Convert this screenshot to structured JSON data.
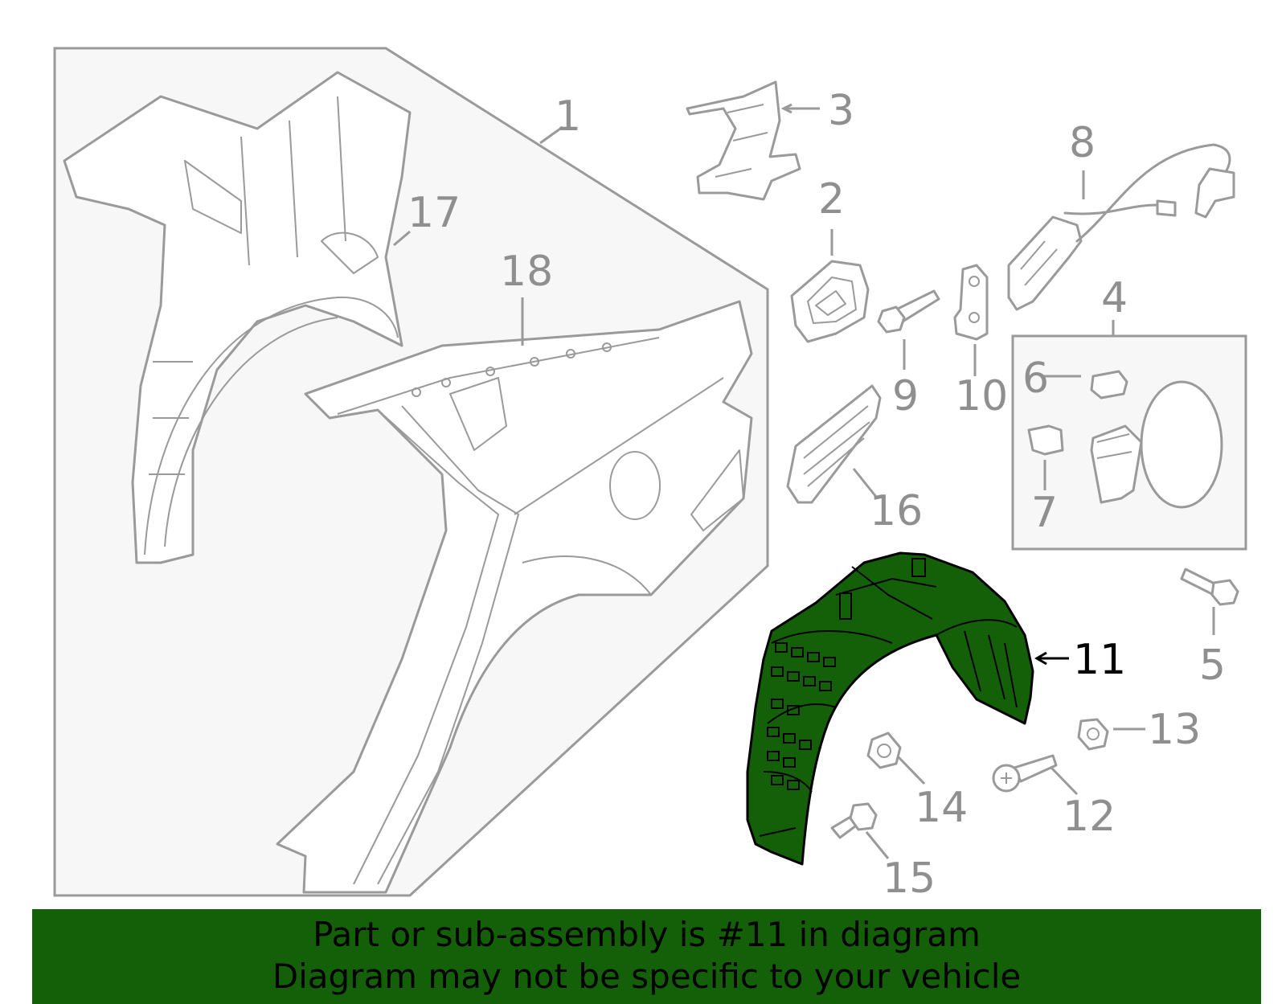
{
  "callouts": {
    "c1": "1",
    "c2": "2",
    "c3": "3",
    "c4": "4",
    "c5": "5",
    "c6": "6",
    "c7": "7",
    "c8": "8",
    "c9": "9",
    "c10": "10",
    "c11": "11",
    "c12": "12",
    "c13": "13",
    "c14": "14",
    "c15": "15",
    "c16": "16",
    "c17": "17",
    "c18": "18"
  },
  "highlighted_part": "11",
  "colors": {
    "highlight": "#146008",
    "line": "#9a9a9a",
    "banner": "#146008"
  },
  "banner": {
    "line1": "Part or sub-assembly is #11 in diagram",
    "line2": "Diagram may not be specific to your vehicle"
  }
}
